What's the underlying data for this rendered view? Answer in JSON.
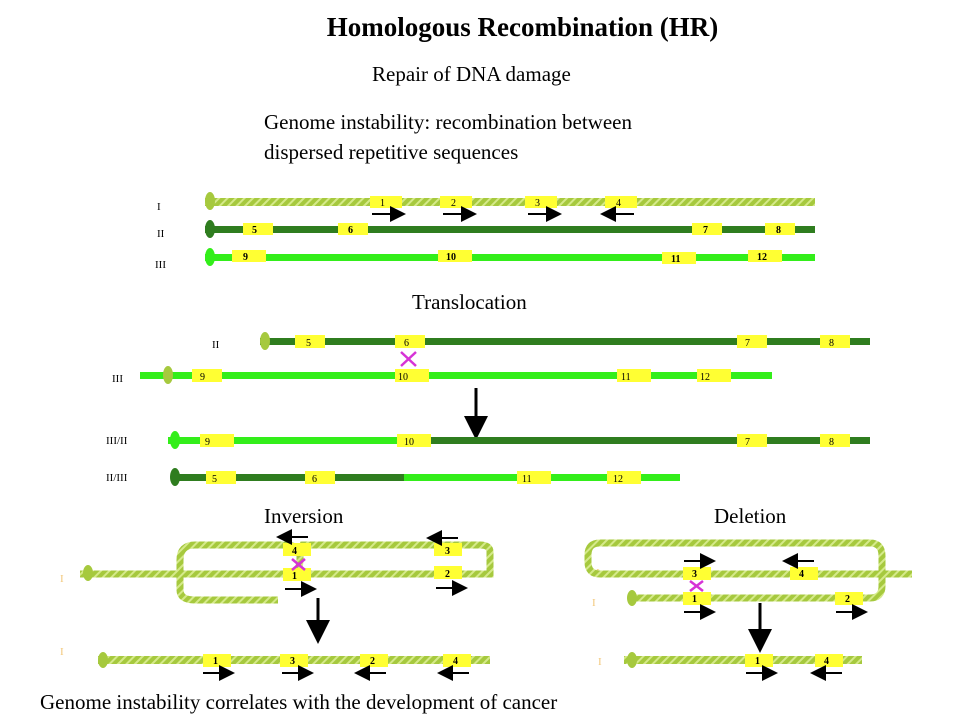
{
  "title": "Homologous Recombination (HR)",
  "subtitle": "Repair of DNA damage",
  "intro": {
    "line1": "Genome instability: recombination between",
    "line2": "dispersed repetitive sequences"
  },
  "footer": "Genome instability correlates with the development of cancer",
  "colors": {
    "chrI": "#a6c93e",
    "chrII": "#2f7d1f",
    "chrIII": "#33ee1a",
    "segment": "#ffff33",
    "crossover": "#d633d6",
    "arrow": "#000000",
    "label_I": "#f2c87a"
  },
  "chromosomes": {
    "labels": {
      "I": "I",
      "II": "II",
      "III": "III"
    },
    "row_I_segments": [
      "1",
      "2",
      "3",
      "4"
    ],
    "row_II_segments": [
      "5",
      "6",
      "7",
      "8"
    ],
    "row_III_segments": [
      "9",
      "10",
      "11",
      "12"
    ]
  },
  "translocation": {
    "heading": "Translocation",
    "before": {
      "label_II": "II",
      "segs_II": [
        "5",
        "6",
        "7",
        "8"
      ],
      "label_III": "III",
      "segs_III": [
        "9",
        "10",
        "11",
        "12"
      ]
    },
    "after": {
      "label_a": "III/II",
      "segs_a": [
        "9",
        "10",
        "7",
        "8"
      ],
      "label_b": "II/III",
      "segs_b": [
        "5",
        "6",
        "11",
        "12"
      ]
    }
  },
  "inversion": {
    "heading": "Inversion",
    "label": "I",
    "loop_segments": [
      "4",
      "3",
      "1",
      "2"
    ],
    "result_segments": [
      "1",
      "3",
      "2",
      "4"
    ]
  },
  "deletion": {
    "heading": "Deletion",
    "label": "I",
    "loop_segments": [
      "3",
      "4",
      "1",
      "2"
    ],
    "result_segments": [
      "1",
      "4"
    ]
  }
}
